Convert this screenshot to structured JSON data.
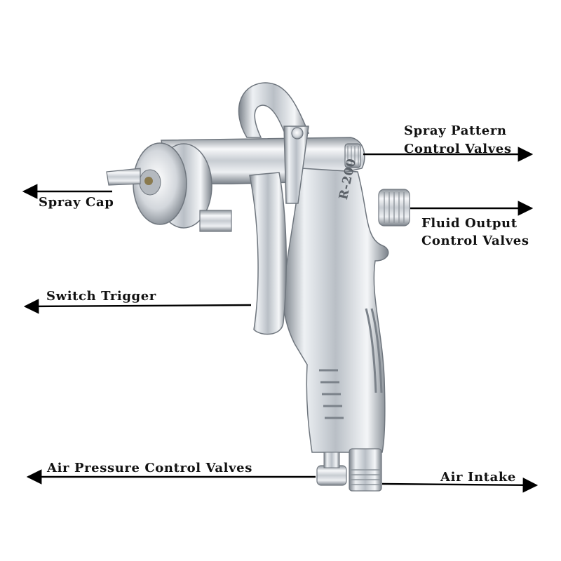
{
  "colors": {
    "background": "#ffffff",
    "label_text": "#111111",
    "arrow": "#000000",
    "chrome_light": "#f4f6f8",
    "chrome_mid": "#c3c8ce",
    "chrome_dark": "#6f767e"
  },
  "gun": {
    "model_marking": "R-200"
  },
  "callouts": {
    "spray_pattern": {
      "line1": "Spray Pattern",
      "line2": "Control Valves"
    },
    "spray_cap": {
      "text": "Spray Cap"
    },
    "fluid_output": {
      "line1": "Fluid Output",
      "line2": "Control Valves"
    },
    "switch_trigger": {
      "text": "Switch Trigger"
    },
    "air_pressure": {
      "text": "Air Pressure Control Valves"
    },
    "air_intake": {
      "text": "Air Intake"
    }
  }
}
